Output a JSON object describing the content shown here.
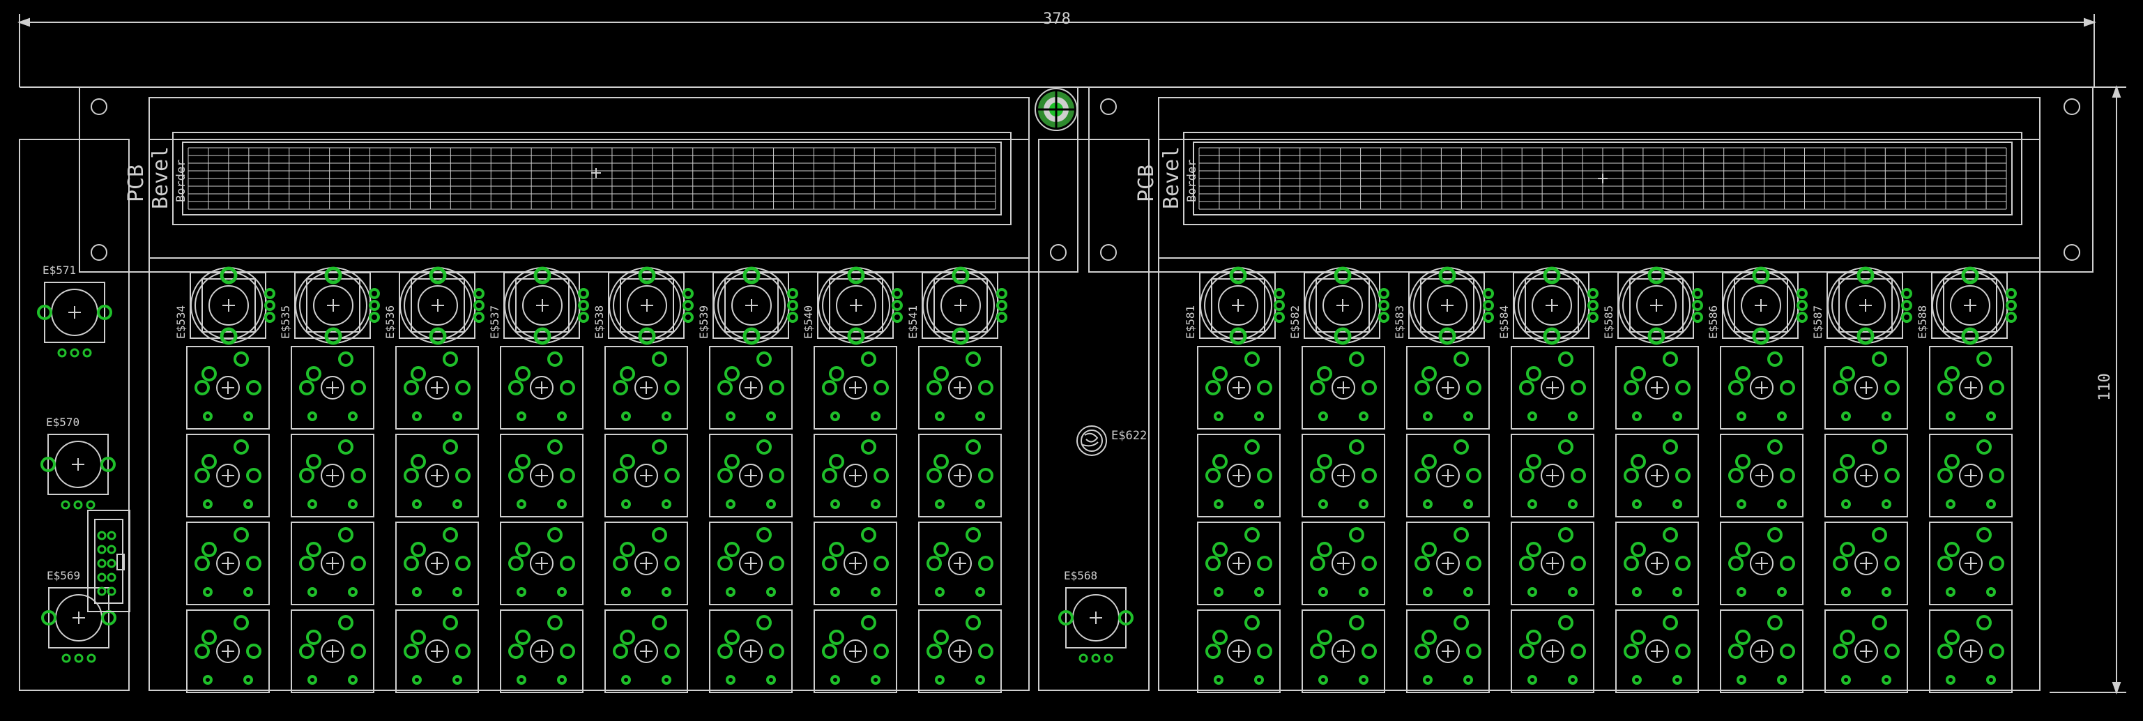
{
  "dimensions": {
    "width_label": "378",
    "height_label": "110"
  },
  "colors": {
    "outline": "#cfcfcf",
    "pad": "#1fbf2a",
    "background": "#000000",
    "mount_hole": "#2e8b2e"
  },
  "lcd_labels": {
    "pcb": "PCB",
    "bevel": "Bevel",
    "border": "Border"
  },
  "encoder_parts": {
    "left": [
      "E$571",
      "E$570",
      "E$569"
    ],
    "center": "E$568"
  },
  "knob_row_left": [
    "E$534",
    "E$535",
    "E$536",
    "E$537",
    "E$538",
    "E$539",
    "E$540",
    "E$541"
  ],
  "knob_row_right": [
    "E$581",
    "E$582",
    "E$583",
    "E$584",
    "E$585",
    "E$586",
    "E$587",
    "E$588"
  ],
  "logo_part": "E$622",
  "button_grid": {
    "rows": 4,
    "columns_per_group": 8,
    "groups": 2
  }
}
